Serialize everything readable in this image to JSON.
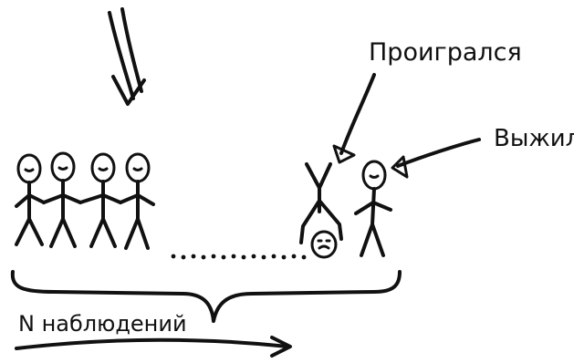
{
  "labels": {
    "lost": "Проигрался",
    "survived": "Выжил",
    "observations": "N наблюдений"
  },
  "figures": {
    "standing_count": 5,
    "fallen_count": 1
  },
  "colors": {
    "ink": "#111111",
    "background": "#ffffff"
  }
}
